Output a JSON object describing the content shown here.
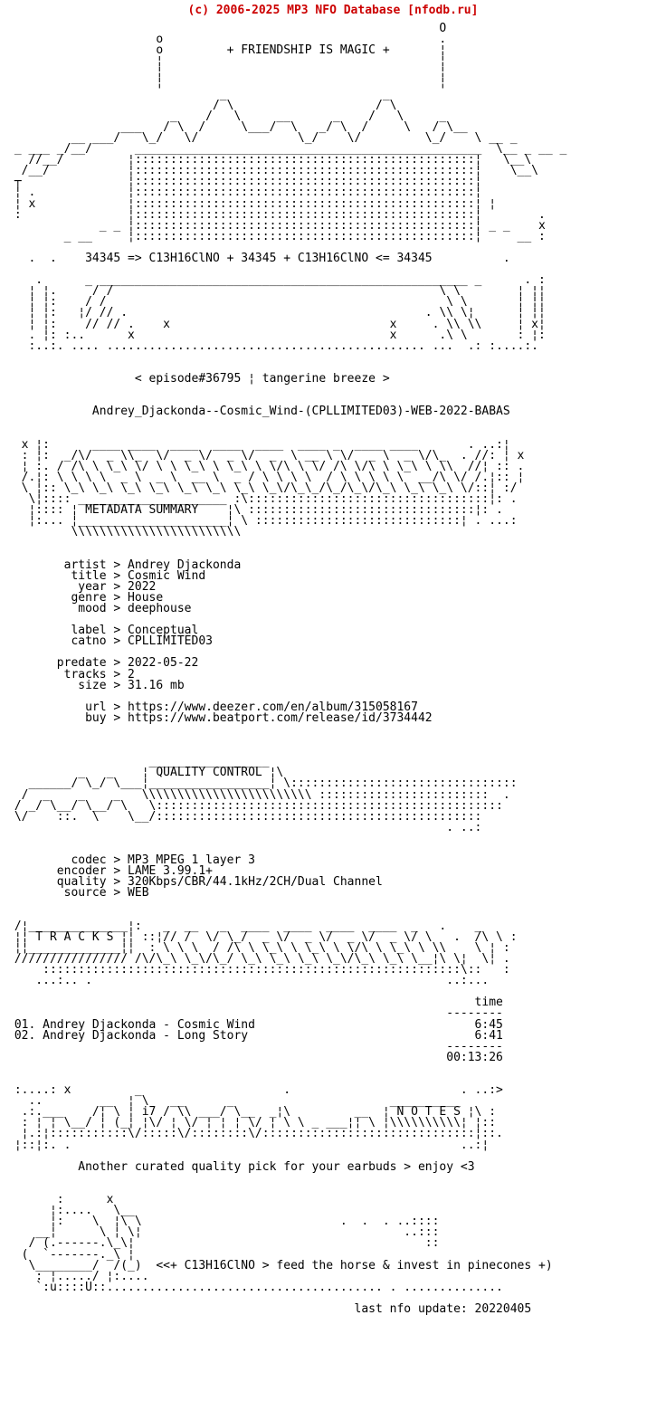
{
  "colors": {
    "header_red": "#cc0000",
    "text": "#000000",
    "background": "#ffffff"
  },
  "header": {
    "copyright": "(c) 2006-2025 MP3 NFO Database [nfodb.ru]"
  },
  "release": {
    "slogan": "+ FRIENDSHIP IS MAGIC +",
    "formula_line": "34345 => C13H16ClNO + 34345 + C13H16ClNO <= 34345",
    "episode_tag": "< episode#36795 ¦ tangerine breeze >",
    "name": "Andrey_Djackonda--Cosmic_Wind-(CPLLIMITED03)-WEB-2022-BABAS",
    "section_metadata": "METADATA SUMMARY",
    "metadata": {
      "artist": "Andrey Djackonda",
      "title": "Cosmic Wind",
      "year": "2022",
      "genre": "House",
      "mood": "deephouse",
      "label": "Conceptual",
      "catno": "CPLLIMITED03",
      "predate": "2022-05-22",
      "tracks": "2",
      "size": "31.16 mb",
      "url": "https://www.deezer.com/en/album/315058167",
      "buy": "https://www.beatport.com/release/id/3734442"
    },
    "section_quality": "QUALITY CONTROL",
    "quality": {
      "codec": "MP3 MPEG 1 layer 3",
      "encoder": "LAME 3.99.1+",
      "quality": "320Kbps/CBR/44.1kHz/2CH/Dual Channel",
      "source": "WEB"
    },
    "section_tracks": "T R A C K S",
    "time_column": "time",
    "tracklist": [
      {
        "no": "01.",
        "title": "Andrey Djackonda - Cosmic Wind",
        "time": "6:45"
      },
      {
        "no": "02.",
        "title": "Andrey Djackonda - Long Story",
        "time": "6:41"
      }
    ],
    "total_time": "00:13:26",
    "section_notes": "N O T E S",
    "notes": "Another curated quality pick for your earbuds > enjoy <3",
    "footer_note": "<<+ C13H16ClNO > feed the horse & invest in pinecones +)",
    "last_update": "last nfo update: 20220405"
  },
  "nfo_lines": [
    "                                                             O",
    "                     o                                       .",
    "                     o         + FRIENDSHIP IS MAGIC +       ¦",
    "                     ¦                                       ¦",
    "                     ¦                                       ¦",
    "                     ¦                                       ¦",
    "                              _                      _",
    "                             / \\                    / \\",
    "                       _    /   \\     __      _    /   \\     _",
    "                ___   / \\  /     \\___/  \\   _/ \\  /     \\   / \\__",
    "         __ ___/   \\_/   \\/              \\_/    \\/         \\_/    \\ __ _",
    " _ ___ _/__/      _________________________________________________  \\__ _ __ _",
    "   //__/         ¦::::::::::::::::::::::::::::::::::::::::::::::::¦   \\__\\",
    "  /__/           ¦::::::::::::::::::::::::::::::::::::::::::::::::¦    \\__\\",
    " ┬               ¦::::::::::::::::::::::::::::::::::::::::::::::::¦",
    " ¦ .             ¦::::::::::::::::::::::::::::::::::::::::::::::::¦",
    " ¦ x             ¦::::::::::::::::::::::::::::::::::::::::::::::::¦ ¦",
    " :               ¦::::::::::::::::::::::::::::::::::::::::::::::::¦        .",
    "             _ _ ¦::::::::::::::::::::::::::::::::::::::::::::::::¦ _ _    x",
    "        _ __     ¦::::::::::::::::::::::::::::::::::::::::::::::::¦     __ :",
    "",
    "   .  .    34345 => C13H16ClNO + 34345 + C13H16ClNO <= 34345          .",
    "",
    "    .      _ ____________________________________________________ _      . :",
    "   ¦ ¦.     / /                                              \\ \\        ¦ ¦¦",
    "   ¦ ¦:    / /                                                \\ \\       ¦ ¦¦",
    "   ¦ ¦:   ¦/ // .                                          . \\\\ \\¦      ¦ ¦¦",
    "   ¦ ¦:    // // .    x                               x     . \\\\ \\\\     ¦ x¦",
    "   . ¦: :..      x                                    x      .\\ \\       : ¦:",
    "   :..:. .... ............................................. ...  .: :....:.",
    "",
    "",
    "                  < episode#36795 ¦ tangerine breeze >",
    "",
    "",
    "            Andrey_Djackonda--Cosmic_Wind-(CPLLIMITED03)-WEB-2022-BABAS",
    "",
    "",
    "  x ¦:      ____ ____  ____  ____  ____  ____ _  ____ ____       . ..:¦",
    "  : ¦:  _/\\/  _ \\\\_  \\/  _ \\/  _ \\/  _  \\ __ \\ \\/  _ \\  _ \\/\\_  . //: ¦ x",
    "  ¦ :. / /\\ \\ \\_\\ \\/ \\ \\ \\_\\ \\ \\_\\ \\ \\/\\ \\ \\/ /\\ \\/\\ \\ \\_\\ \\ \\\\  //¦ :: .",
    "  /.¦: \\ \\ \\ \\  _ \\  _ \\  __ \\  _ / \\ \\ \\ \\  / \\ \\ \\ \\ \\  __/\\ \\/ /.¦:: ¦",
    "  \\ ¦:: \\_\\ \\_\\ \\_\\ \\_\\ \\_\\ \\_\\ \\_\\ \\_\\/\\_\\_/\\_/\\_\\/\\_\\ \\_\\ \\_\\ \\/::¦ :/",
    "   \\¦:::: _____________________ :\\::::::::::::::::::::::::::::::::::¦: .",
    "   ¦:::: ¦ METADATA SUMMARY    ¦\\ ::::::::::::::::::::::::::::::::¦: .",
    "   ¦:... ¦_____________________¦ \\ :::::::::::::::::::::::::::::¦ . ...:",
    "         \\\\\\\\\\\\\\\\\\\\\\\\\\\\\\\\\\\\\\\\\\\\\\\\",
    "",
    "",
    "        artist > Andrey Djackonda",
    "         title > Cosmic Wind",
    "          year > 2022",
    "         genre > House",
    "          mood > deephouse",
    "",
    "         label > Conceptual",
    "         catno > CPLLIMITED03",
    "",
    "       predate > 2022-05-22",
    "        tracks > 2",
    "          size > 31.16 mb",
    "",
    "           url > https://www.deezer.com/en/album/315058167",
    "           buy > https://www.beatport.com/release/id/3734442",
    "",
    "",
    "",
    "                    _________________",
    "          _   _    ¦ QUALITY CONTROL ¦\\",
    "   ______/ \\_/ \\___¦_________________¦ \\::::::::::::::::::::::::::::::::",
    "  /  _    _    _   \\\\\\\\\\\\\\\\\\\\\\\\\\\\\\\\\\\\\\\\\\\\\\\\ ::::::::::::::::::::::::  .",
    " / _/ \\__/ \\__/ \\   \\:::::::::::::::::::::::::::::::::::::::::::::::::",
    " \\/    ::.  \\    \\__/::::::::::::::::::::::::::::::::::::::::::::::",
    "                                                              . ..:",
    "",
    "",
    "         codec > MP3 MPEG 1 layer 3",
    "       encoder > LAME 3.99.1+",
    "       quality > 320Kbps/CBR/44.1kHz/2CH/Dual Channel",
    "        source > WEB",
    "",
    "",
    " /¦______________¦:   _  __   _  ____  ____  ____  ____  _   .    _",
    " ¦¦ T R A C K S ¦¦ ::¦// /  \\/ \\_/  _ \\/  _ \\/  _ \\/  _ \\/ \\   .  /\\ \\ :",
    " ¦¦_____________¦¦  : \\ \\ \\  / /\\ \\ \\_\\ \\ \\_\\ \\ \\/\\ \\ \\_\\ \\ \\\\    \\ ¦ :",
    " //////////////// /\\/\\_\\ \\_\\/\\_/ \\_\\ \\_\\ \\_\\ \\_\\/\\_\\ \\_\\ \\__¦\\ \\¦  \\¦ .",
    "     :::::::::::::::::::::::::::::::::::::::::::::::::::::::::::\\::   :",
    "    ...:.. .                                                  ..:...",
    "",
    "                                                                  time",
    "                                                              --------",
    " 01. Andrey Djackonda - Cosmic Wind                               6:45",
    " 02. Andrey Djackonda - Long Story                                6:41",
    "                                                              --------",
    "                                                              00:13:26",
    "",
    "",
    " :....: x         _                    .                        . ..:>",
    "   ..        __  ¦ \\   __      _                      __________",
    "  .:.___    /¦ \\ ¦ i7 / \\\\ ___/ \\__  _¦\\         __  ¦ N O T E S ¦\\ :",
    "  : ¦ ¦ \\__/ ¦ (_¦ ¦\\/ ¦ \\/ ¦ ¦ ¦ \\/ ¦ \\ \\ _ ___¦¦ \\ ¦\\\\\\\\\\\\\\\\\\\\¦ ¦::",
    "  ¦.:¦:::::::::::\\/:::::\\/::::::::\\/::::::::::::::::::::::::::::::¦::.",
    " ¦::¦:. .                                                       ..:¦",
    "",
    "          Another curated quality pick for your earbuds > enjoy <3",
    "",
    "",
    "       :      x",
    "      ¦:....   \\__",
    "      ¦:    \\  ¦\\ \\                            .  .  . ..::::",
    "    __¦      \\ ¦ \\¦                                     ..:::",
    "   / (.------.\\_\\¦                                         ::",
    "  (  `-------._\\ ¦",
    "   \\________/  /(_)  <<+ C13H16ClNO > feed the horse & invest in pinecones +)",
    "    : ¦...../ ¦:....",
    "    `:u::::U::....................................... . ..............",
    "",
    "                                                 last nfo update: 20220405"
  ]
}
